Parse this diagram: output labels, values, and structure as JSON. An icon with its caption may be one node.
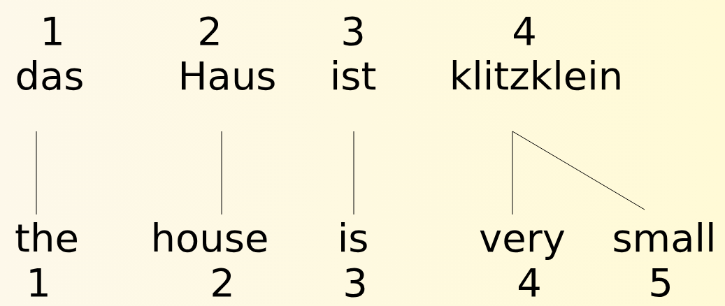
{
  "diagram": {
    "nodes": [
      {
        "text": [
          "1",
          "das"
        ]
      },
      {
        "text": [
          "2",
          "Haus"
        ]
      },
      {
        "text": [
          "3",
          "ist"
        ]
      },
      {
        "text": [
          "4",
          "klitzklein"
        ]
      },
      {
        "text": [
          "the",
          "1"
        ]
      },
      {
        "text": [
          "house",
          "2"
        ]
      },
      {
        "text": [
          "is",
          "3"
        ]
      },
      {
        "text": [
          "very",
          "4"
        ]
      },
      {
        "text": [
          "small",
          "5"
        ]
      }
    ],
    "edges": [
      {
        "from": 0,
        "to": 4,
        "arrow": "none"
      },
      {
        "from": 1,
        "to": 5,
        "arrow": "none"
      },
      {
        "from": 2,
        "to": 6,
        "arrow": "none"
      },
      {
        "from": 3,
        "to": 7,
        "arrow": "none"
      },
      {
        "from": 3,
        "to": 8,
        "arrow": "none"
      }
    ]
  }
}
